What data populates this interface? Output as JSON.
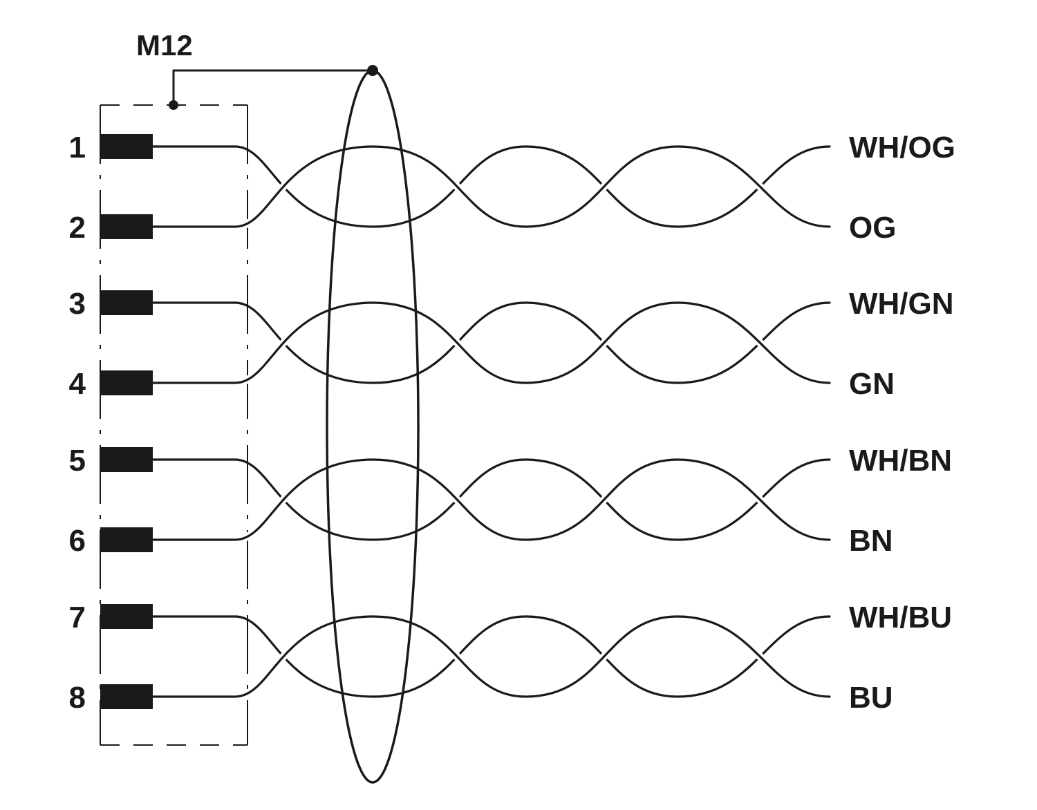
{
  "connector": {
    "label": "M12"
  },
  "pins": [
    "1",
    "2",
    "3",
    "4",
    "5",
    "6",
    "7",
    "8"
  ],
  "pairs": [
    {
      "pins": [
        "1",
        "2"
      ],
      "wires": [
        "WH/OG",
        "OG"
      ]
    },
    {
      "pins": [
        "3",
        "4"
      ],
      "wires": [
        "WH/GN",
        "GN"
      ]
    },
    {
      "pins": [
        "5",
        "6"
      ],
      "wires": [
        "WH/BN",
        "BN"
      ]
    },
    {
      "pins": [
        "7",
        "8"
      ],
      "wires": [
        "WH/BU",
        "BU"
      ]
    }
  ],
  "colors": {
    "line": "#1a1a1a",
    "background": "#ffffff"
  }
}
